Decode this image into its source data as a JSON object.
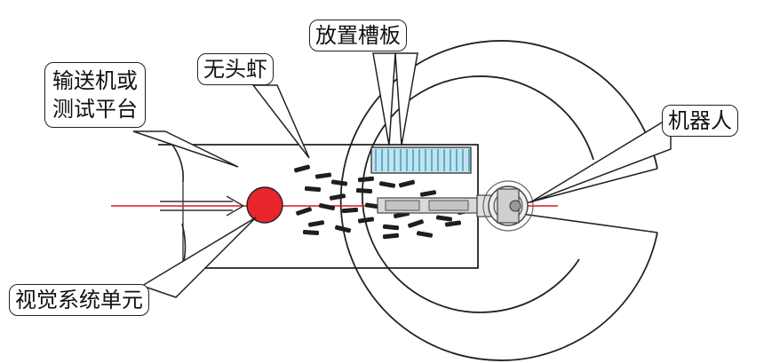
{
  "labels": {
    "conveyor": "输送机或\n测试平台",
    "headless_shrimp": "无头虾",
    "tray": "放置槽板",
    "robot": "机器人",
    "vision": "视觉系统单元"
  },
  "colors": {
    "line": "#222222",
    "laser_line": "#e0141e",
    "vision_dot": "#e8242c",
    "tray_fill": "#bfe3ef",
    "tray_stripe": "#4a9fbe",
    "shrimp": "#1e1e1e"
  }
}
